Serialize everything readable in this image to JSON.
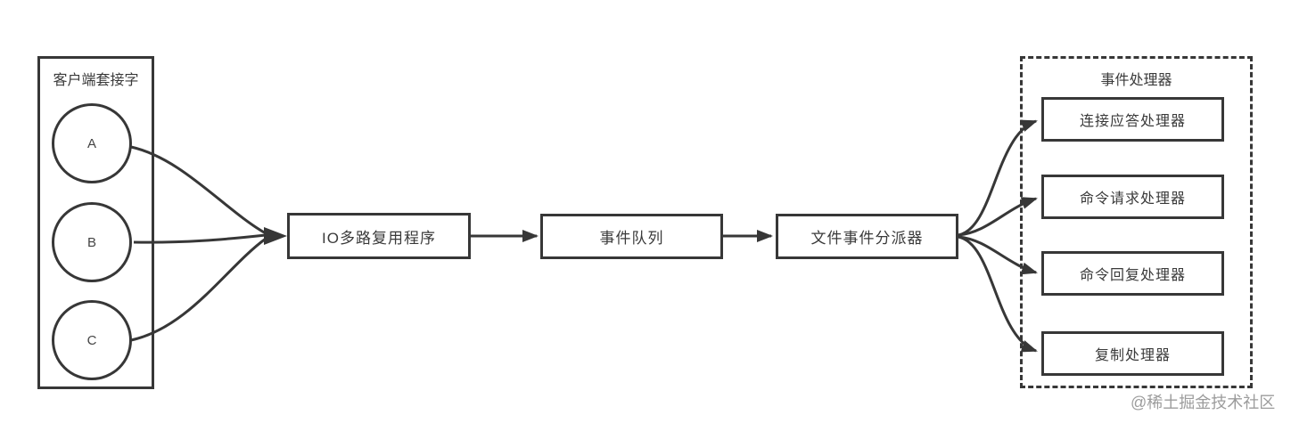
{
  "diagram": {
    "client_box": {
      "title": "客户端套接字",
      "sockets": [
        "A",
        "B",
        "C"
      ]
    },
    "pipeline": {
      "multiplexer": "IO多路复用程序",
      "event_queue": "事件队列",
      "dispatcher": "文件事件分派器"
    },
    "handlers_box": {
      "title": "事件处理器",
      "handlers": [
        "连接应答处理器",
        "命令请求处理器",
        "命令回复处理器",
        "复制处理器"
      ]
    },
    "watermark": "@稀土掘金技术社区",
    "colors": {
      "stroke": "#373737",
      "text": "#3a3a3a",
      "watermark": "#9c9c9c",
      "background": "#ffffff"
    }
  }
}
